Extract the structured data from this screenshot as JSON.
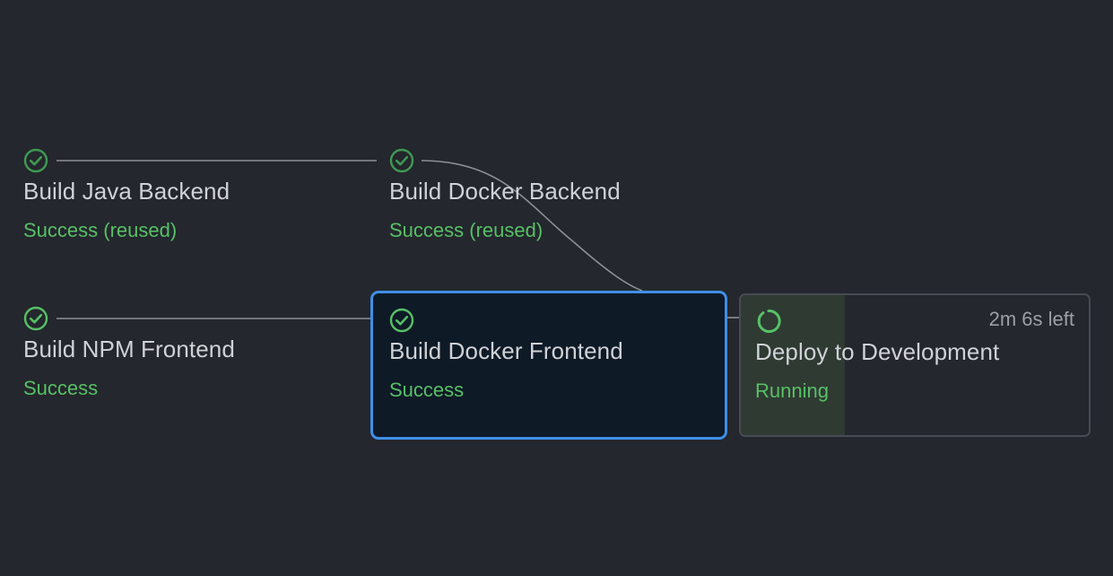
{
  "workflow": {
    "jobs": [
      {
        "id": "build-java-backend",
        "name": "Build Java Backend",
        "status": "Success (reused)",
        "icon": "check-circle-icon"
      },
      {
        "id": "build-docker-backend",
        "name": "Build Docker Backend",
        "status": "Success (reused)",
        "icon": "check-circle-icon"
      },
      {
        "id": "build-npm-frontend",
        "name": "Build NPM Frontend",
        "status": "Success",
        "icon": "check-circle-icon"
      },
      {
        "id": "build-docker-frontend",
        "name": "Build Docker Frontend",
        "status": "Success",
        "icon": "check-circle-icon",
        "selected": true
      },
      {
        "id": "deploy-to-development",
        "name": "Deploy to Development",
        "status": "Running",
        "eta": "2m 6s left",
        "icon": "spinner-icon",
        "progress": 0.3
      }
    ]
  },
  "colors": {
    "background": "#24272d",
    "success": "#57c066",
    "success_reused_icon": "#3f9a52",
    "selected_border": "#3f8fe8",
    "selected_bg": "#0f1a27",
    "edge": "#8c9097",
    "progress_fill": "#2f3a33"
  }
}
